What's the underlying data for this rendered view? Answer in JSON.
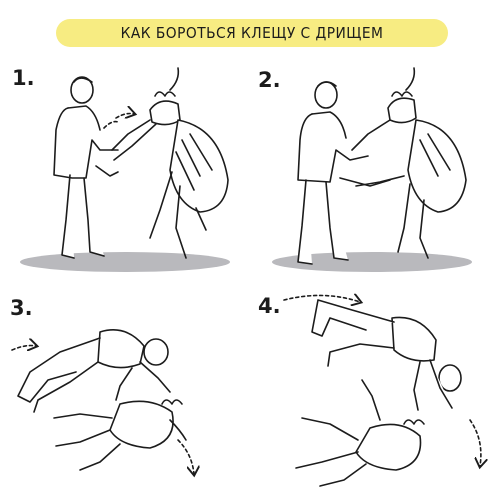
{
  "title": "КАК БОРОТЬСЯ КЛЕЩУ С ДРИЩЕМ",
  "panels": [
    {
      "number": "1."
    },
    {
      "number": "2."
    },
    {
      "number": "3."
    },
    {
      "number": "4."
    }
  ],
  "colors": {
    "banner": "#f7ec82",
    "ink": "#1c1c1c",
    "shadow": "#b9b9bd",
    "tick_body": "#ffffff"
  }
}
